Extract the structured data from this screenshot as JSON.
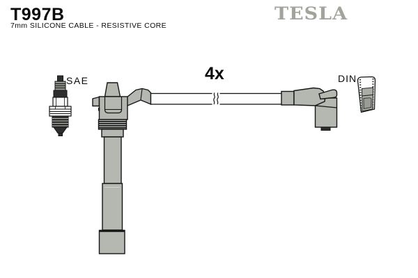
{
  "header": {
    "part_number": "T997B",
    "subtitle": "7mm SILICONE CABLE - RESISTIVE CORE",
    "brand": "TESLA"
  },
  "labels": {
    "quantity": "4x",
    "plug_type": "SAE",
    "connector_type": "DIN"
  },
  "colors": {
    "paper": "#ffffff",
    "brand-gray": "#a2a49c",
    "boot-fill": "#b4b8b0",
    "outline": "#151515",
    "metal-dark": "#2e2e2e",
    "terminal-inner": "#a9ada5",
    "terminal-inner-dark": "#999d95"
  }
}
